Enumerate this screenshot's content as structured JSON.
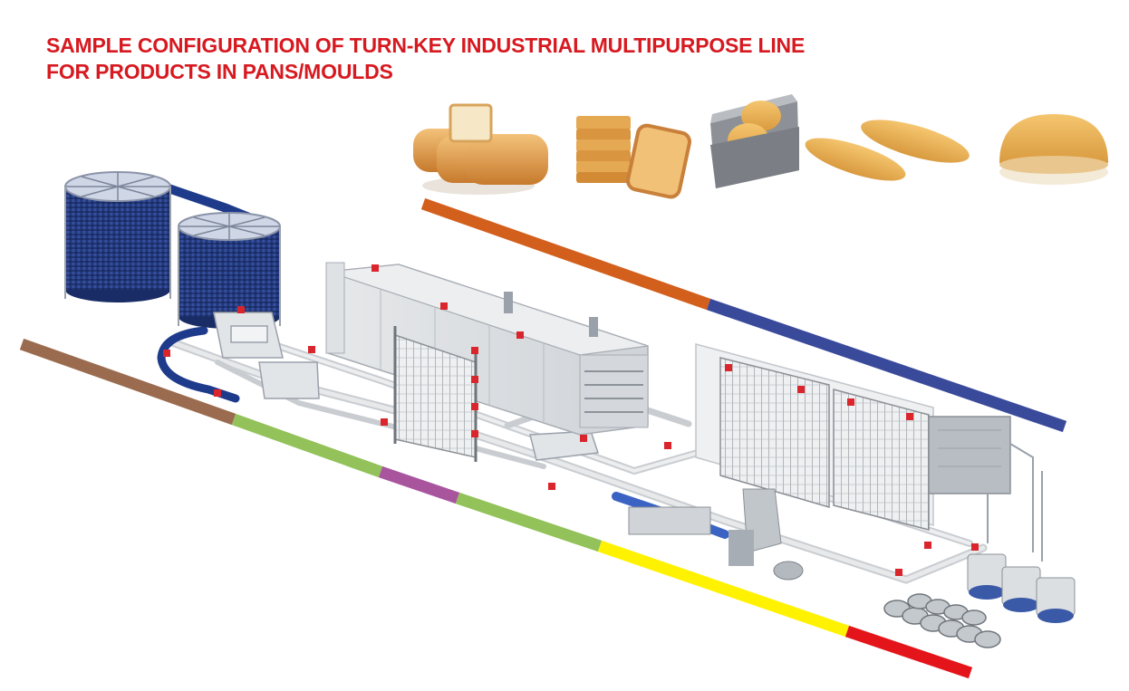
{
  "title": {
    "line1": "SAMPLE CONFIGURATION OF TURN-KEY INDUSTRIAL MULTIPURPOSE LINE",
    "line2": "FOR PRODUCTS IN PANS/MOULDS"
  },
  "products": [
    {
      "id": "sandwich-loaves",
      "icon": "sandwich-loaf-icon"
    },
    {
      "id": "rusk-slices",
      "icon": "rusk-slices-icon"
    },
    {
      "id": "bread-in-pan",
      "icon": "bread-in-pan-icon"
    },
    {
      "id": "hot-dog-buns",
      "icon": "hot-dog-buns-icon"
    },
    {
      "id": "burger-bun",
      "icon": "burger-bun-icon"
    }
  ],
  "colors": {
    "title": "#d71920",
    "brown": "#9b6b4f",
    "green": "#92c259",
    "purple": "#a8559e",
    "yellow": "#fff200",
    "red": "#e3151b",
    "orange": "#d35f1c",
    "blue": "#3a4a9b",
    "machine_blue": "#1e3a8a",
    "steel": "#c8ccd0",
    "accent_red": "#d9252b"
  }
}
